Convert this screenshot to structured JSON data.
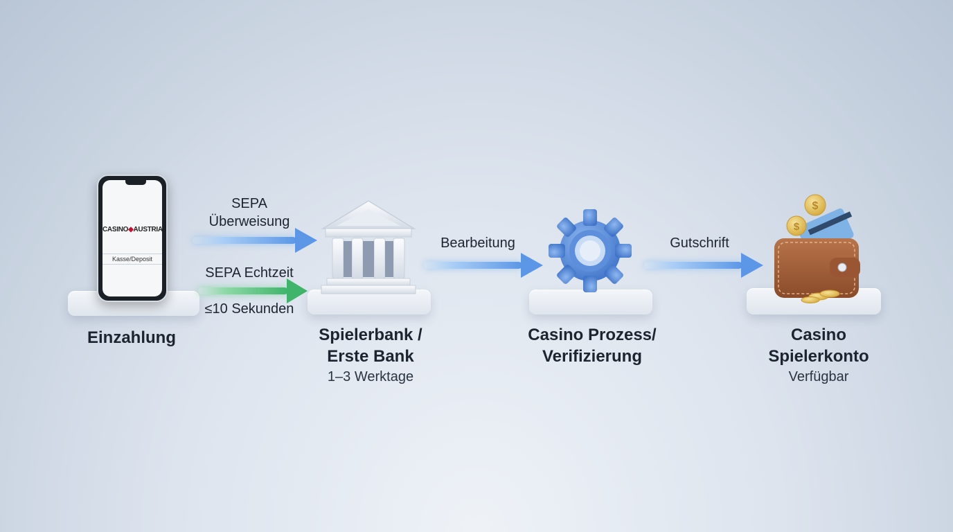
{
  "steps": [
    {
      "title": "Einzahlung"
    },
    {
      "title_line1": "Spielerbank /",
      "title_line2": "Erste Bank",
      "sub": "1–3 Werktage"
    },
    {
      "title_line1": "Casino Prozess/",
      "title_line2": "Verifizierung"
    },
    {
      "title_line1": "Casino",
      "title_line2": "Spielerkonto",
      "sub": "Verfügbar"
    }
  ],
  "phone": {
    "brand_left": "CASINO",
    "brand_right": "AUSTRIA",
    "screen_label": "Kasse/Deposit"
  },
  "arrows": {
    "sepa_transfer": {
      "line1": "SEPA",
      "line2": "Überweisung"
    },
    "sepa_instant": {
      "label": "SEPA Echtzeit",
      "sub": "≤10 Sekunden"
    },
    "processing": {
      "label": "Bearbeitung"
    },
    "credit": {
      "label": "Gutschrift"
    }
  },
  "colors": {
    "arrow_blue": "#5b97e6",
    "arrow_green": "#3fb46a",
    "gear": "#4f86d9",
    "wallet": "#a6603a"
  },
  "icons": [
    "smartphone-icon",
    "bank-icon",
    "gear-icon",
    "wallet-icon"
  ]
}
